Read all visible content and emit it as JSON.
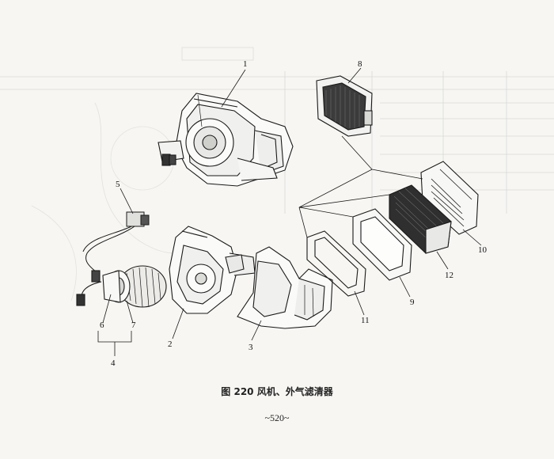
{
  "figure": {
    "caption": "图 220 风机、外气滤清器",
    "page_number": "~520~"
  },
  "callouts": [
    "1",
    "2",
    "3",
    "4",
    "5",
    "6",
    "7",
    "8",
    "9",
    "10",
    "11",
    "12"
  ]
}
